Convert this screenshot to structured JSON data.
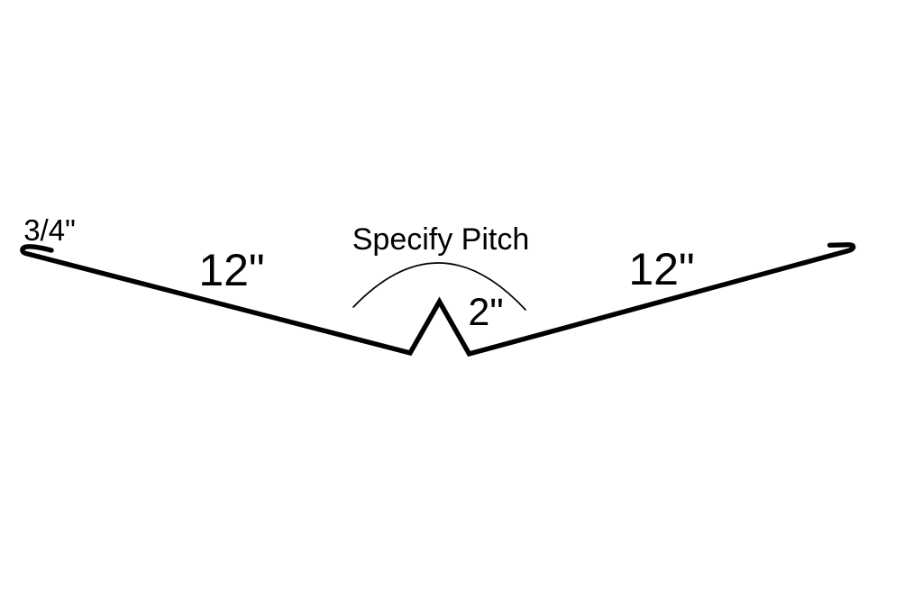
{
  "diagram": {
    "labels": {
      "left_hem": "3/4\"",
      "left_panel_width": "12\"",
      "pitch_note": "Specify Pitch",
      "center_notch": "2\"",
      "right_panel_width": "12\""
    },
    "colors": {
      "line": "#000000",
      "background": "#ffffff"
    }
  }
}
